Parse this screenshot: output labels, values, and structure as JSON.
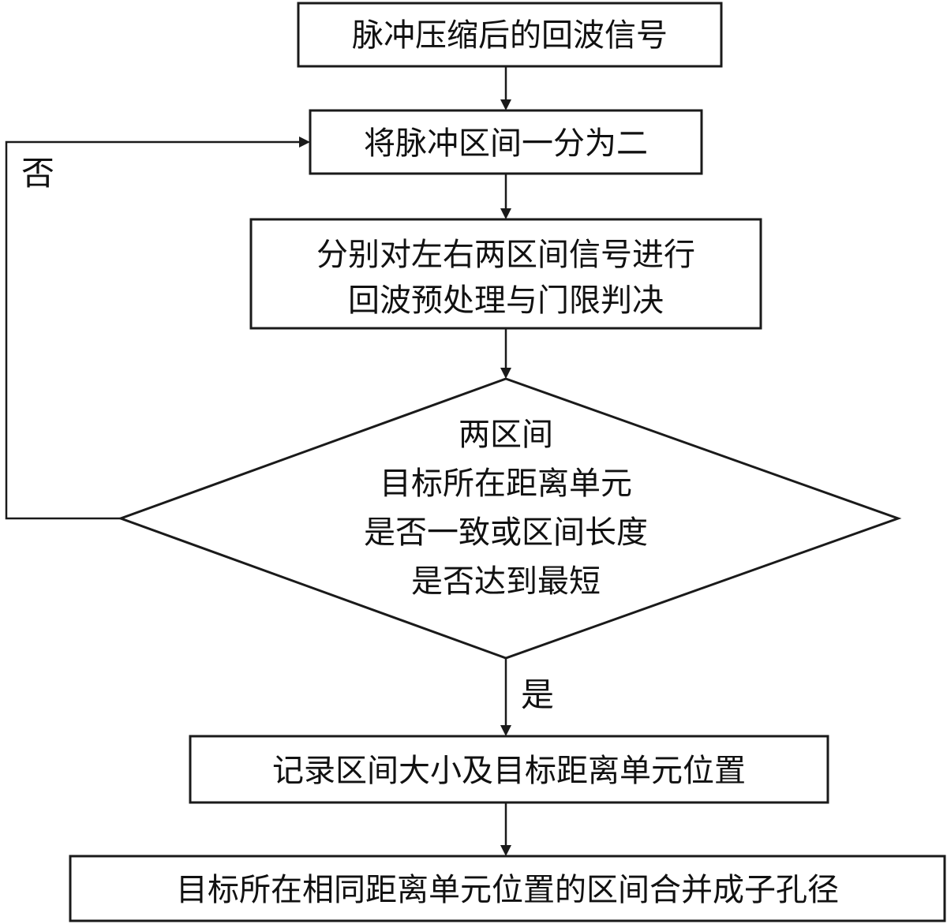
{
  "steps": {
    "start": "脉冲压缩后的回波信号",
    "split": "将脉冲区间一分为二",
    "process": [
      "分别对左右两区间信号进行",
      "回波预处理与门限判决"
    ],
    "decision": [
      "两区间",
      "目标所在距离单元",
      "是否一致或区间长度",
      "是否达到最短"
    ],
    "record": "记录区间大小及目标距离单元位置",
    "merge": "目标所在相同距离单元位置的区间合并成子孔径"
  },
  "labels": {
    "no": "否",
    "yes": "是"
  }
}
